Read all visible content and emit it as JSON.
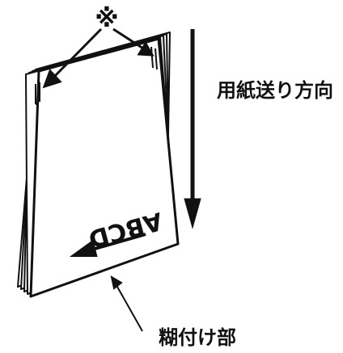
{
  "diagram": {
    "callout_marker": "※",
    "feed_direction_label": "用紙送り方向",
    "glued_part_label": "糊付け部",
    "sheet_text": "ABCD"
  },
  "colors": {
    "ink": "#111111",
    "paper": "#ffffff"
  }
}
